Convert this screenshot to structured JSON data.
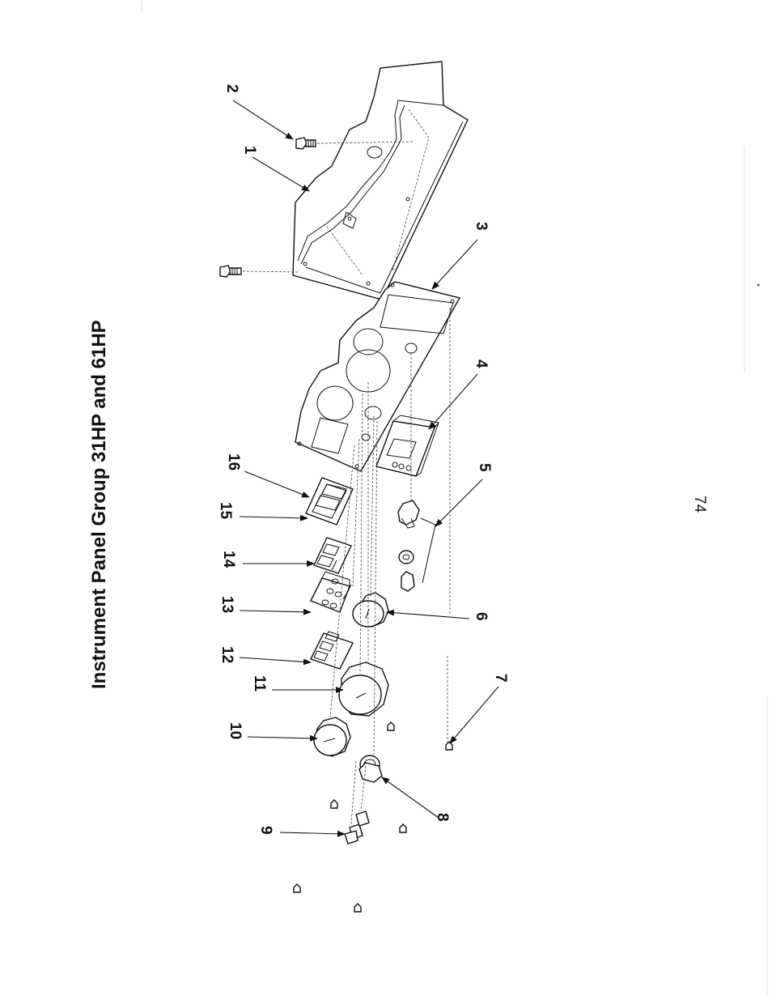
{
  "title": "Instrument Panel Group 31HP and 61HP",
  "page_number": "74",
  "callouts": [
    "1",
    "2",
    "3",
    "4",
    "5",
    "6",
    "7",
    "8",
    "9",
    "10",
    "11",
    "12",
    "13",
    "14",
    "15",
    "16"
  ],
  "icons": {
    "arrow": "arrowhead-icon",
    "bolt": "bolt-icon",
    "nut": "nut-icon"
  },
  "colors": {
    "ink": "#111111",
    "paper": "#ffffff"
  }
}
